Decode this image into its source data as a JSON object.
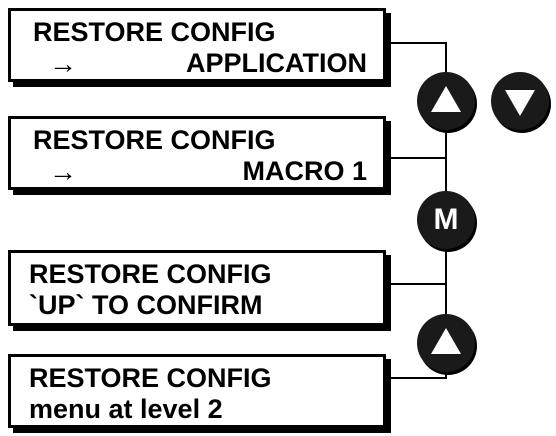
{
  "screens": [
    {
      "line1": "RESTORE CONFIG",
      "arrow": "→",
      "line2": "APPLICATION"
    },
    {
      "line1": "RESTORE CONFIG",
      "arrow": "→",
      "line2": "MACRO 1"
    },
    {
      "line1": "RESTORE CONFIG",
      "line2": "`UP` TO CONFIRM"
    },
    {
      "line1": "RESTORE CONFIG",
      "line2": "menu at level 2"
    }
  ],
  "buttons": {
    "up_icon": "triangle-up",
    "down_icon": "triangle-down",
    "menu_label": "M"
  }
}
